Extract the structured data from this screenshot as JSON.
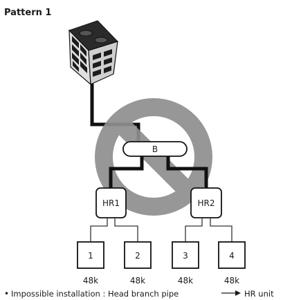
{
  "title": "Pattern 1",
  "branch_label": "B",
  "hr_units": [
    "HR1",
    "HR2"
  ],
  "indoor_units": [
    {
      "id": "1",
      "capacity": "48k"
    },
    {
      "id": "2",
      "capacity": "48k"
    },
    {
      "id": "3",
      "capacity": "48k"
    },
    {
      "id": "4",
      "capacity": "48k"
    }
  ],
  "caption": {
    "bullet": "•",
    "text": "Impossible installation : Head branch pipe",
    "arrow_target": "HR unit"
  },
  "colors": {
    "prohibition": "#8f8f8f",
    "pipe_main": "#111111",
    "pipe_thin": "#333333",
    "outline": "#1a1a1a",
    "unit_face": "#d9d9d9",
    "unit_dark": "#1c1c1c"
  },
  "icons": {
    "prohibition": "no-entry-icon",
    "outdoor_unit": "outdoor-unit-icon"
  }
}
